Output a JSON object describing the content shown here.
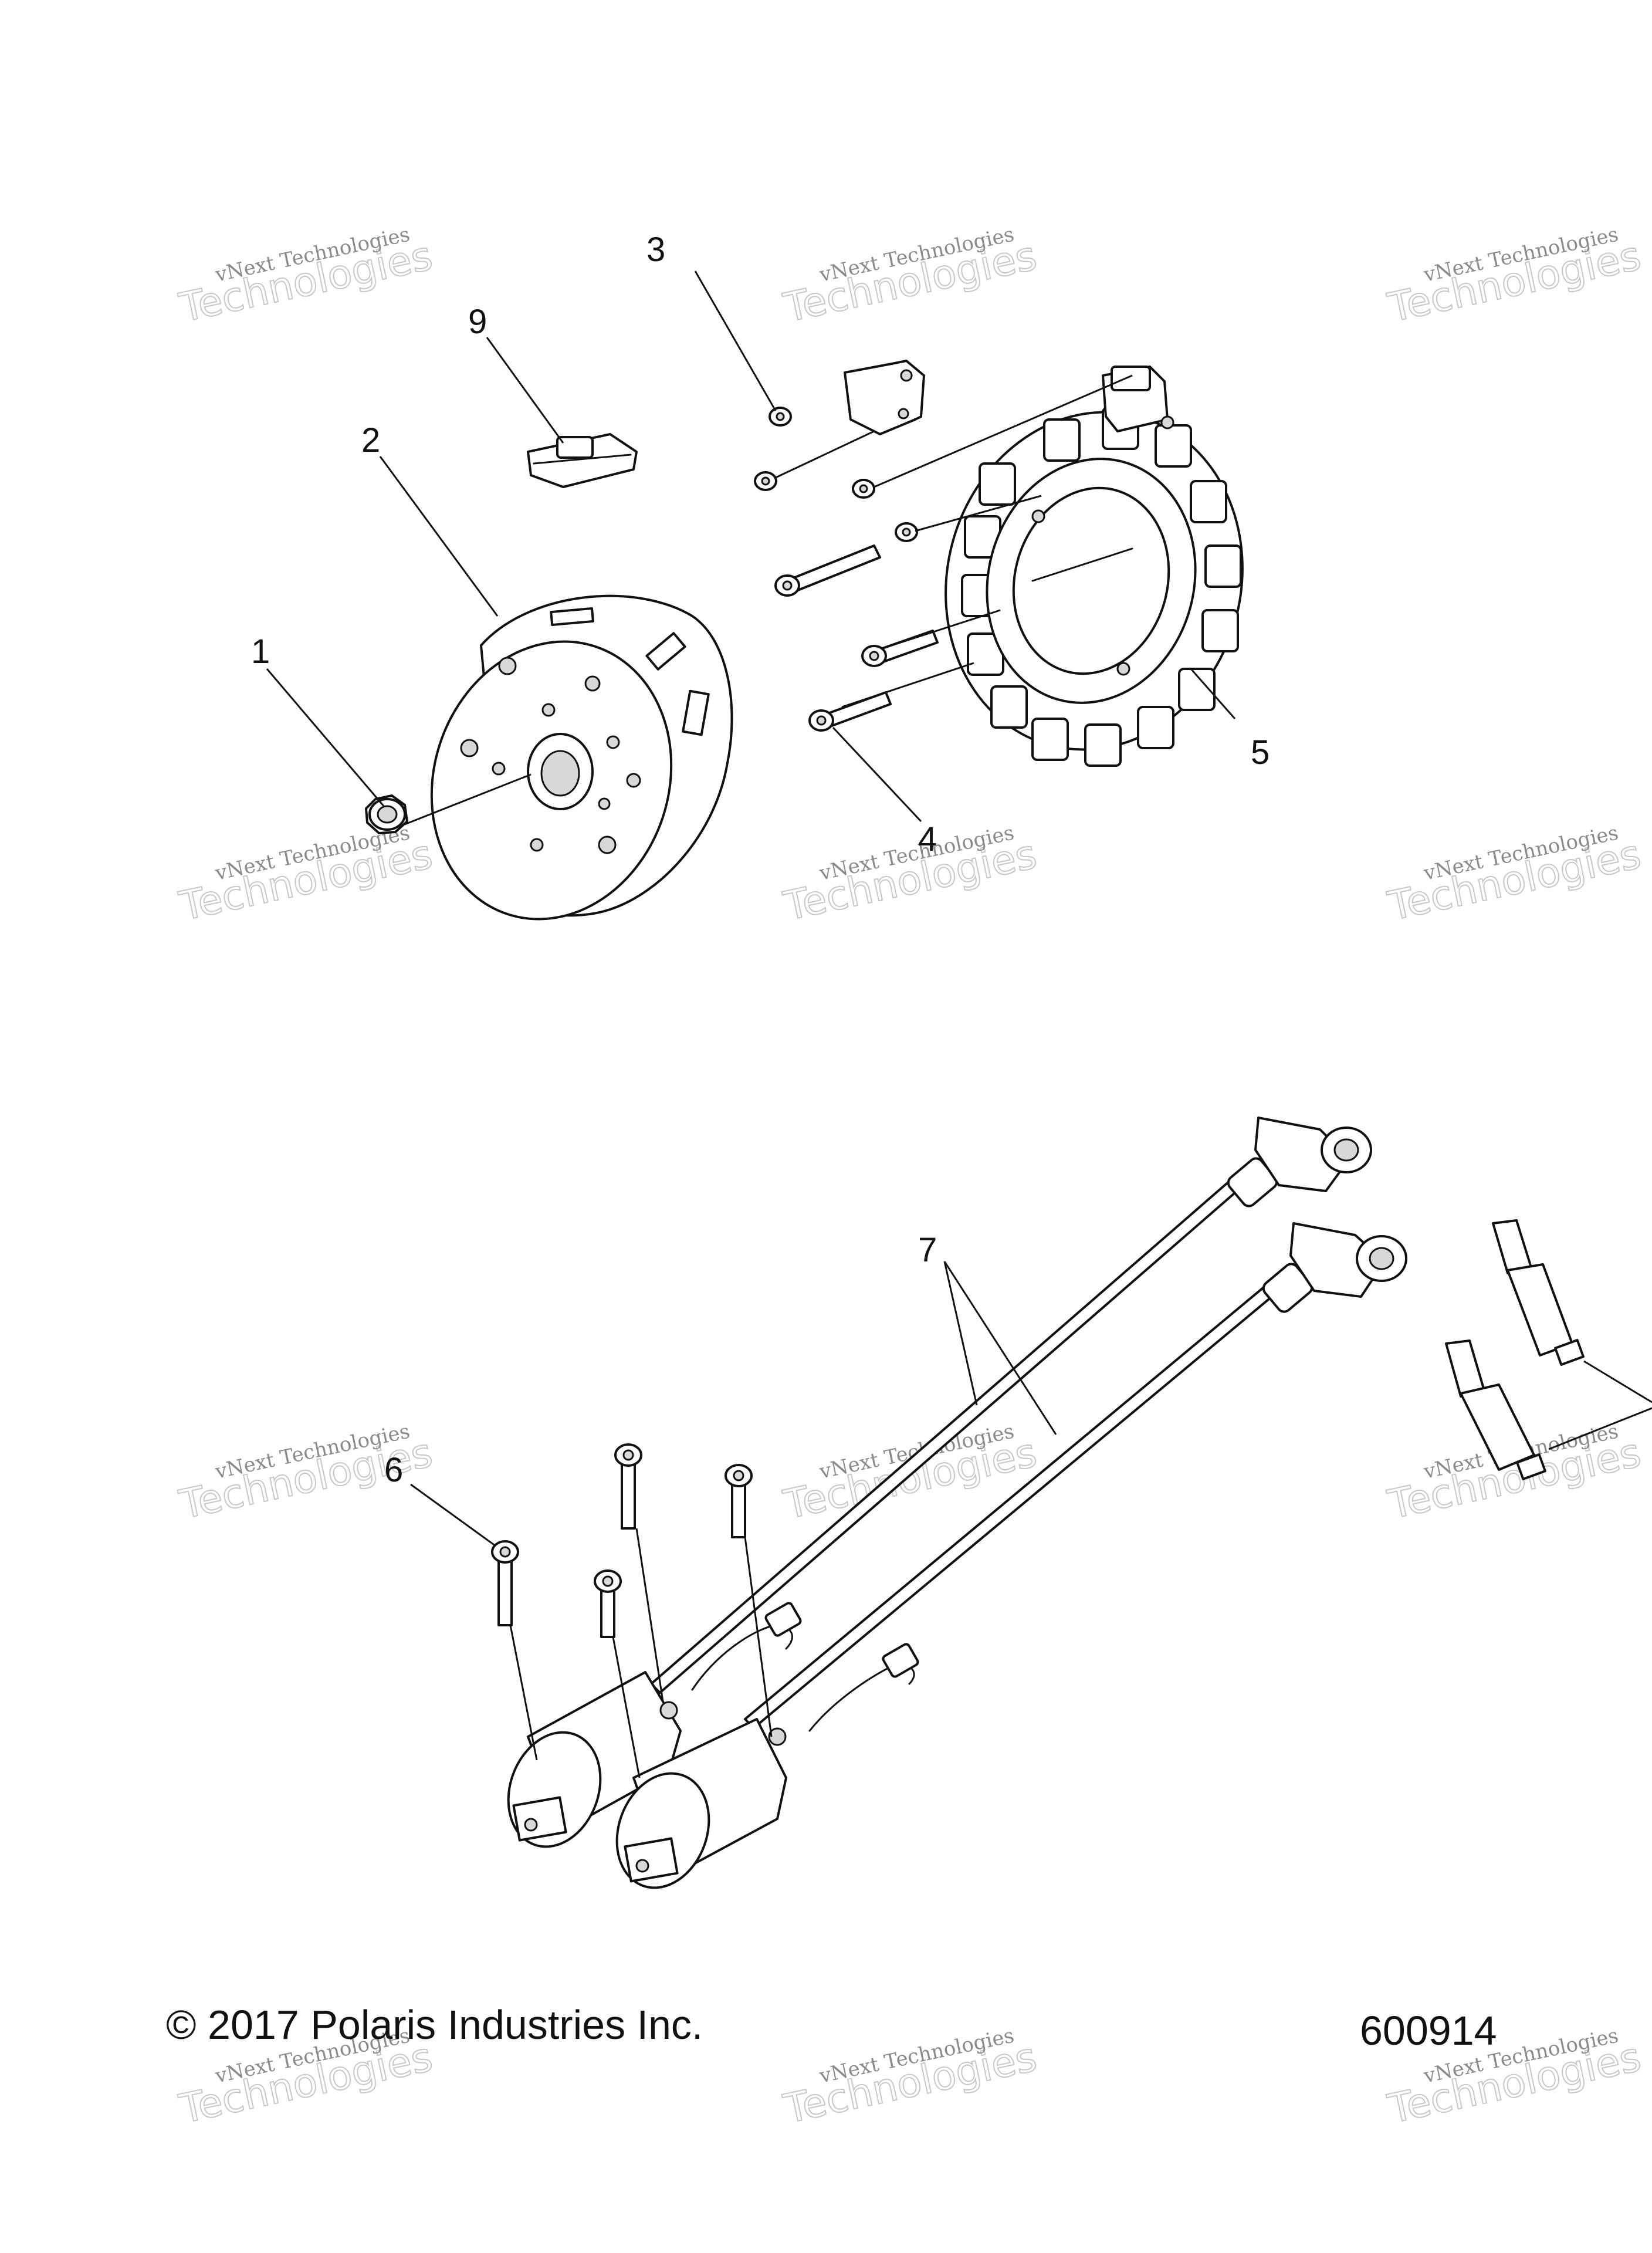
{
  "callouts": {
    "c1": "1",
    "c2": "2",
    "c3": "3",
    "c4": "4",
    "c5": "5",
    "c6": "6",
    "c7": "7",
    "c9": "9"
  },
  "footer": {
    "copyright": "© 2017 Polaris Industries Inc.",
    "figure_number": "600914"
  },
  "watermark": {
    "line1": "vNext Technologies",
    "line2": "Technologies"
  }
}
